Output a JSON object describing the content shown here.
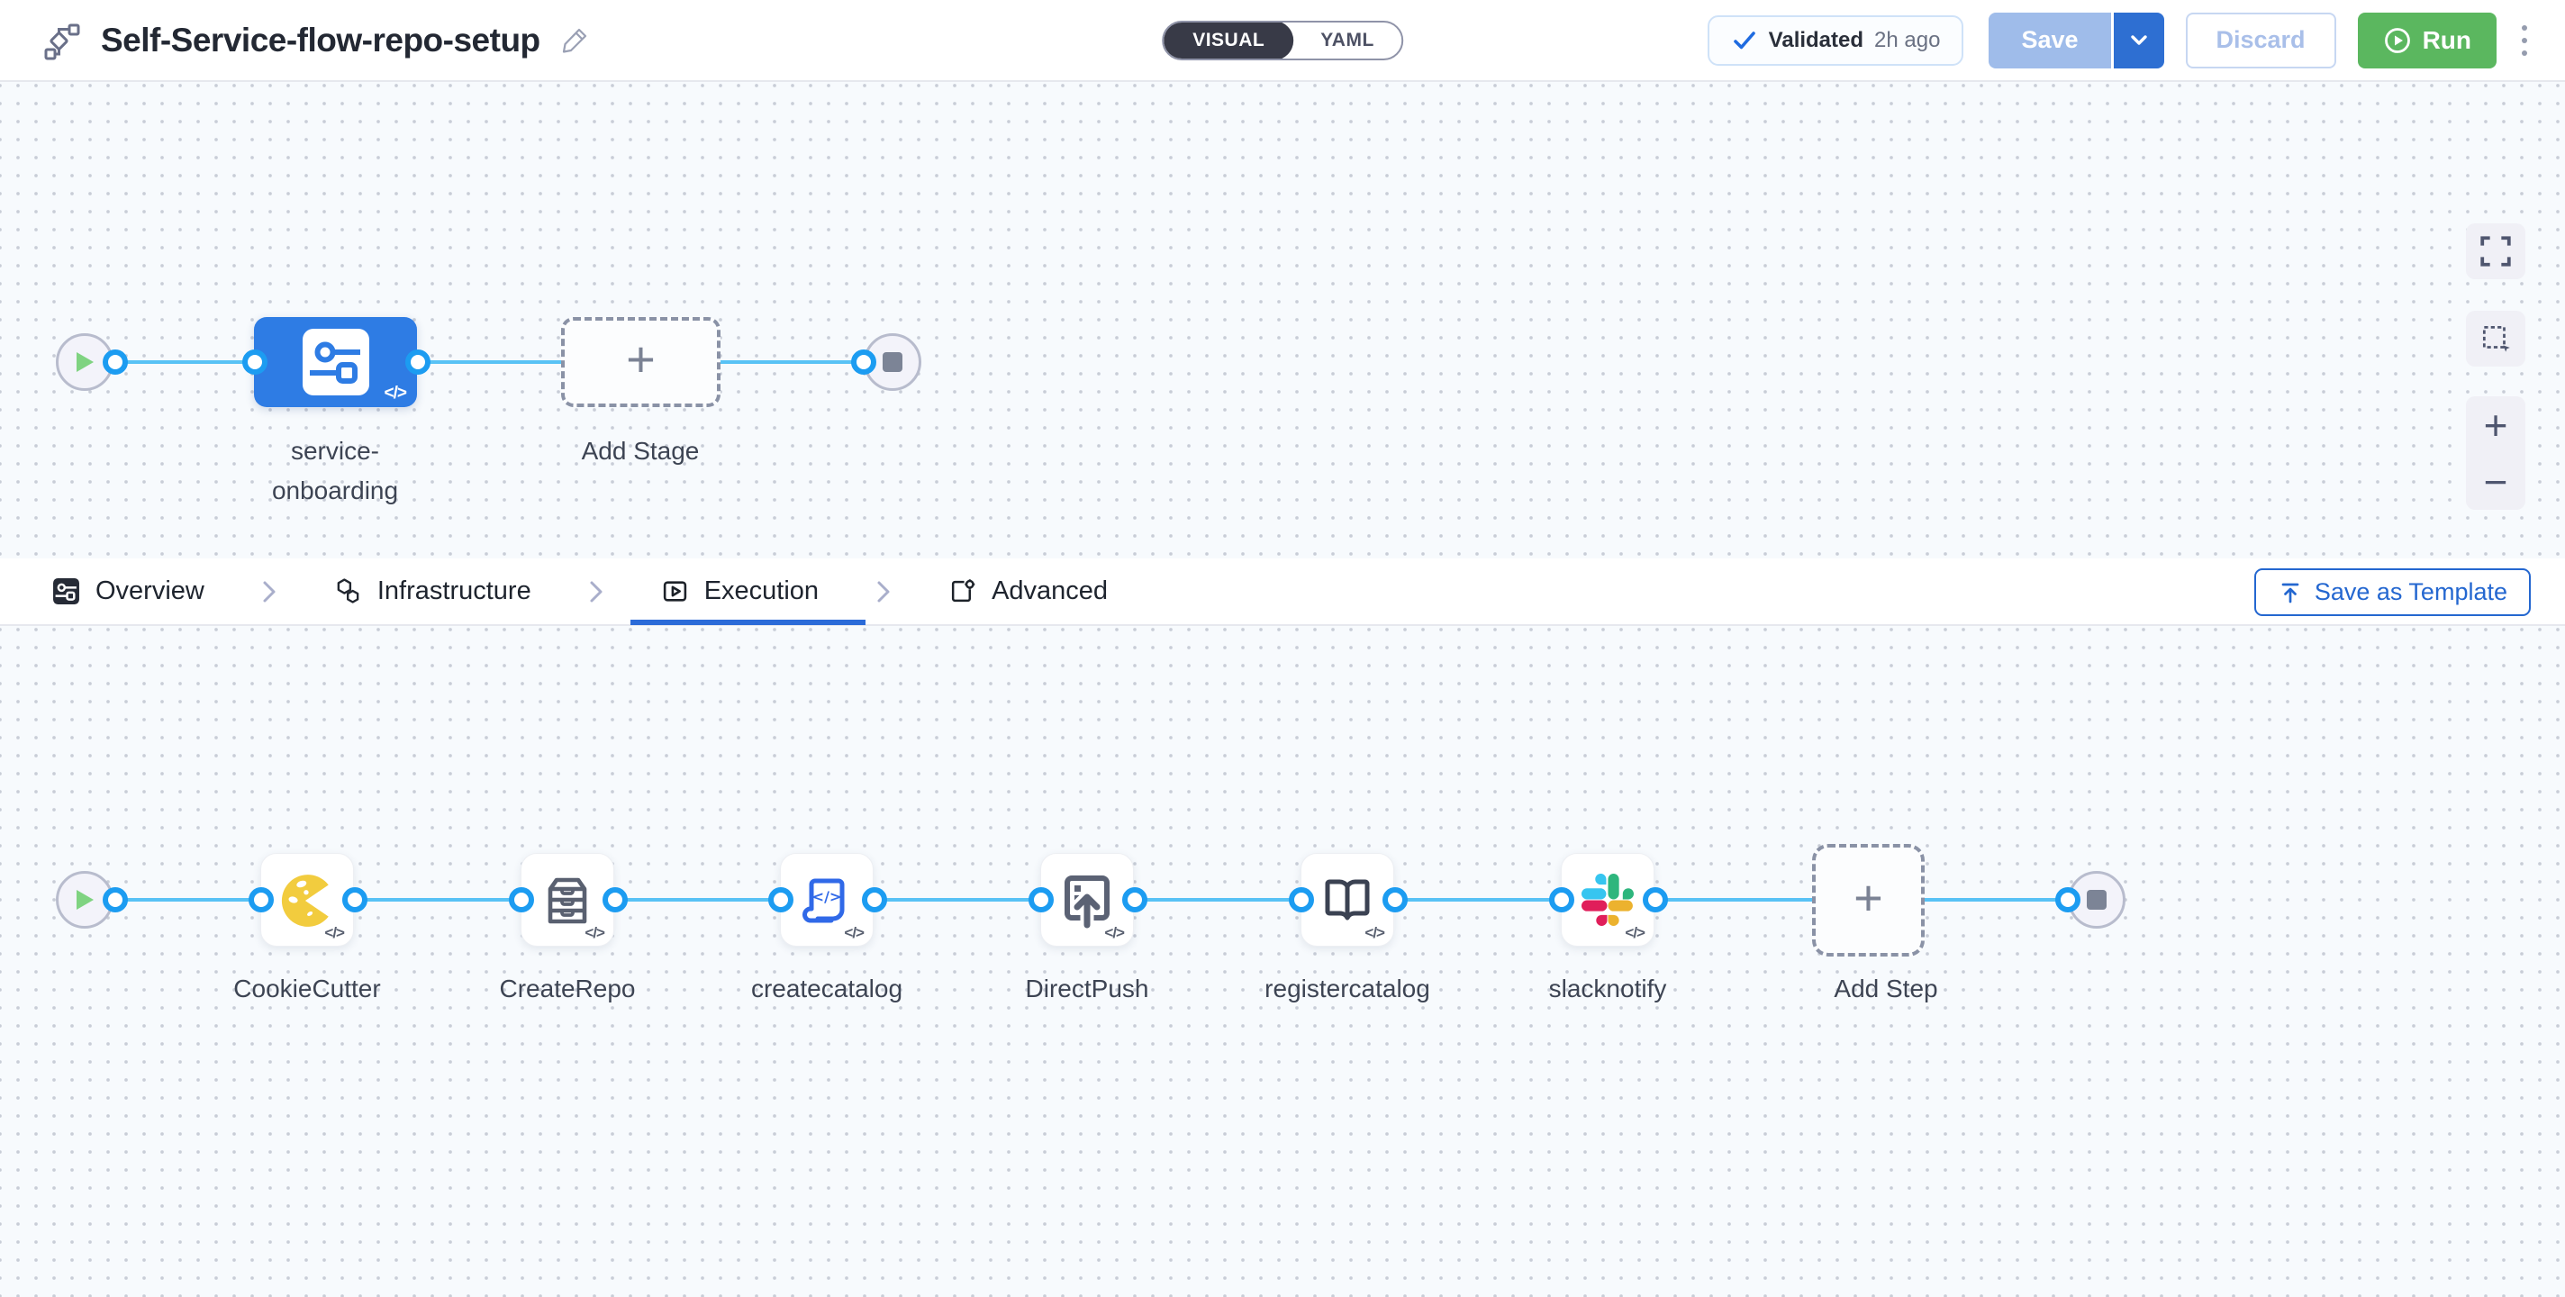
{
  "header": {
    "title": "Self-Service-flow-repo-setup",
    "toggle": {
      "visual_label": "VISUAL",
      "yaml_label": "YAML",
      "selected": "VISUAL"
    },
    "validated": {
      "label": "Validated",
      "time_ago": "2h ago"
    },
    "save_label": "Save",
    "discard_label": "Discard",
    "run_label": "Run"
  },
  "stage_canvas": {
    "stage_label_line1": "service-",
    "stage_label_line2": "onboarding",
    "add_stage_label": "Add Stage",
    "code_glyph": "</>"
  },
  "tabs": {
    "items": [
      {
        "label": "Overview",
        "active": false
      },
      {
        "label": "Infrastructure",
        "active": false
      },
      {
        "label": "Execution",
        "active": true
      },
      {
        "label": "Advanced",
        "active": false
      }
    ],
    "save_as_template_label": "Save as Template"
  },
  "execution_canvas": {
    "steps": [
      {
        "label": "CookieCutter"
      },
      {
        "label": "CreateRepo"
      },
      {
        "label": "createcatalog"
      },
      {
        "label": "DirectPush"
      },
      {
        "label": "registercatalog"
      },
      {
        "label": "slacknotify"
      }
    ],
    "add_step_label": "Add Step",
    "code_glyph": "</>"
  },
  "controls": {
    "zoom_in": "+",
    "zoom_out": "−"
  },
  "colors": {
    "accent_blue": "#2e6fd2",
    "tab_underline_blue": "#2b6bd8",
    "edge_blue": "#58c2f5",
    "connector_blue": "#1c9cf1",
    "run_green": "#5bb75f",
    "stage_node_blue": "#2e7ce4",
    "cookie_yellow": "#f2cc3e",
    "slack_blue": "#36C5F0",
    "slack_green": "#2EB67D",
    "slack_yellow": "#ECB22E",
    "slack_red": "#E01E5A"
  }
}
